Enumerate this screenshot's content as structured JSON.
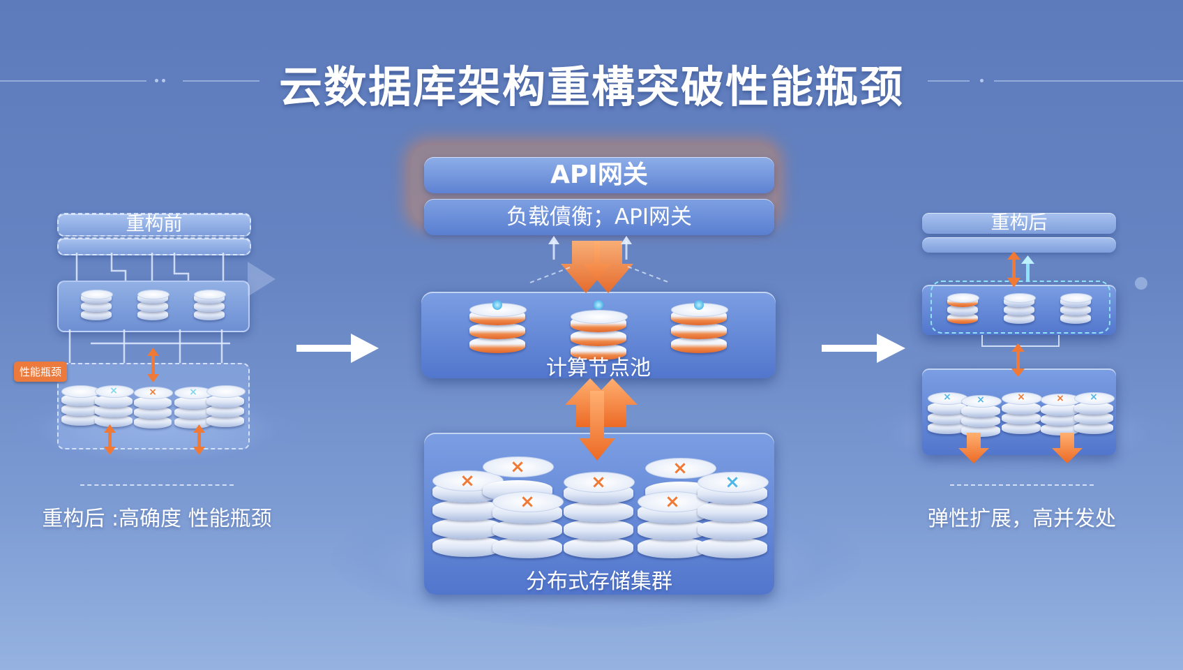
{
  "title": "云数据库架构重構突破性能瓶颈",
  "left": {
    "header": "重构前",
    "badge": "性能瓶颈",
    "caption": "重构后 :高确度 性能瓶颈"
  },
  "center": {
    "gateway_title": "API网关",
    "gateway_subtitle": "负载儥衡；API网关",
    "compute_label": "计算节点池",
    "storage_label": "分布式存储集群"
  },
  "right": {
    "header": "重构后",
    "caption": "弹性扩展，高并发处"
  },
  "colors": {
    "accent_orange": "#f07a35",
    "panel_blue": "#5b7fd1",
    "highlight_cyan": "#7fd6f0"
  }
}
